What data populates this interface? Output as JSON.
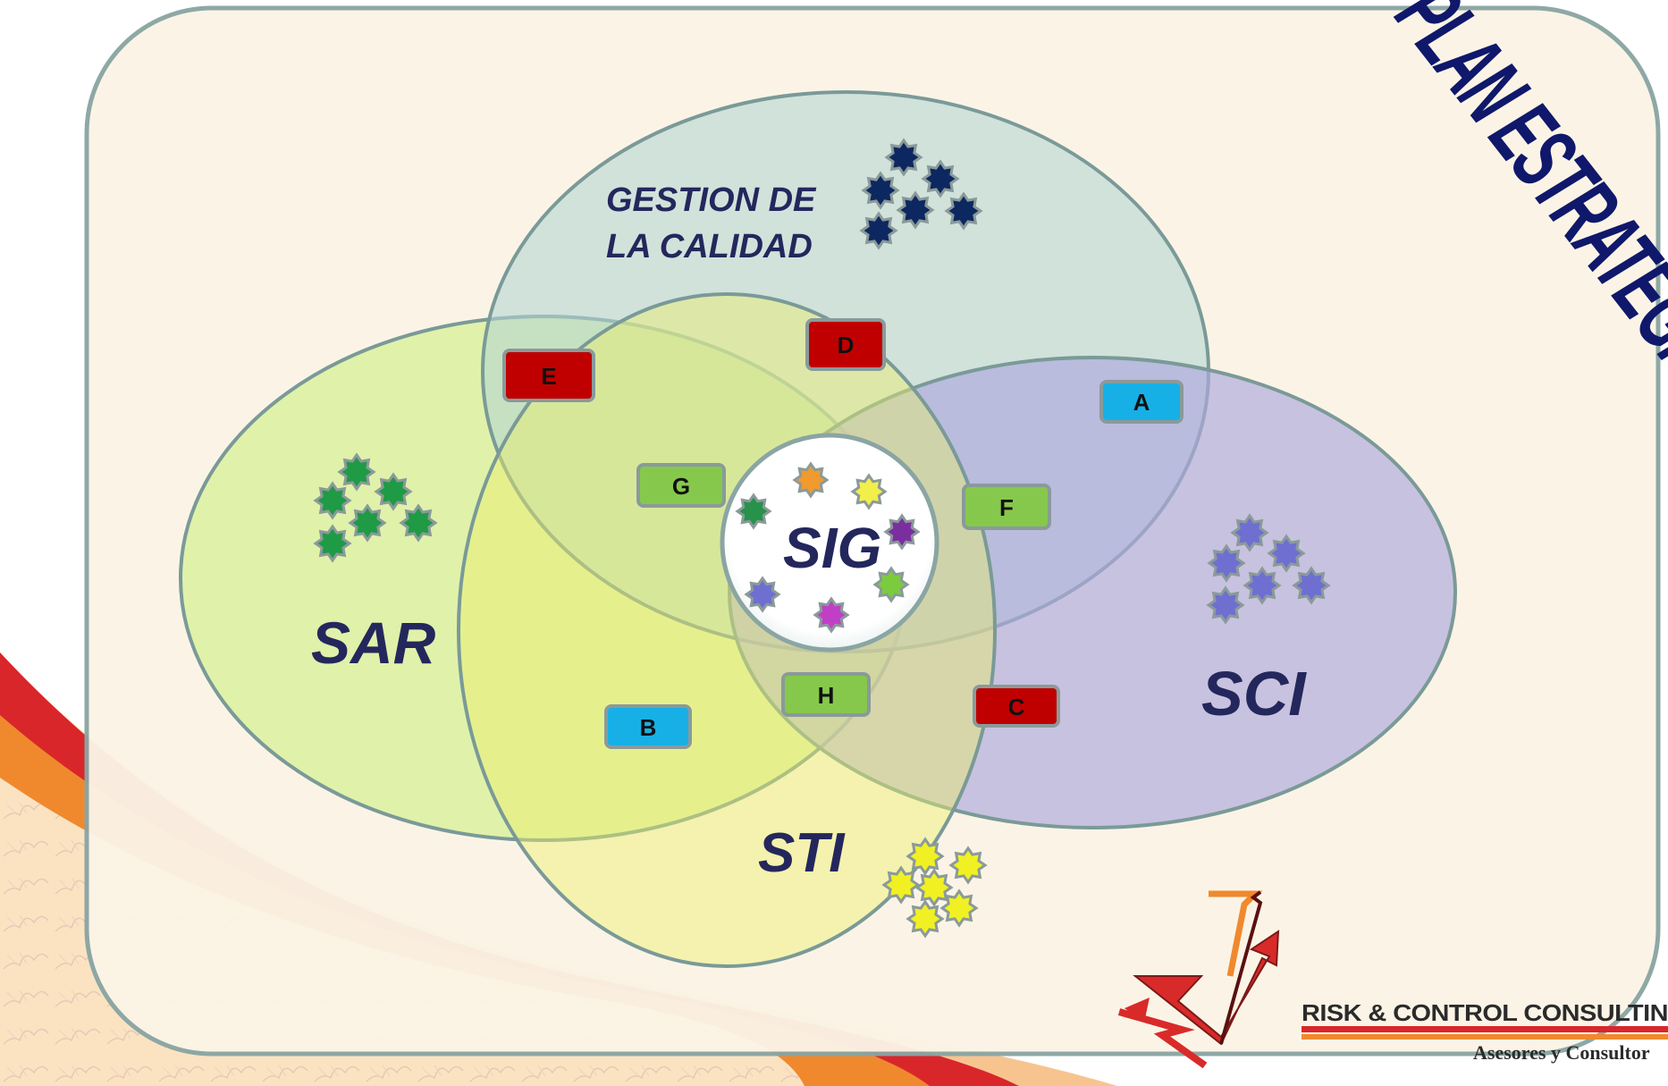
{
  "title": "PLAN ESTRATEGICO",
  "sets": {
    "gestion": {
      "label_line1": "GESTION DE",
      "label_line2": "LA CALIDAD",
      "fill": "#b4d6d2",
      "star_color": "#0d2860"
    },
    "sar": {
      "label": "SAR",
      "fill": "#d9ef99",
      "star_color": "#1f9a45"
    },
    "sti": {
      "label": "STI",
      "fill": "#eaf06a",
      "star_color": "#f1f023"
    },
    "sci": {
      "label": "SCI",
      "fill": "#aeaadb",
      "star_color": "#6f6fd1"
    },
    "sig": {
      "label": "SIG",
      "fill": "#ffffff"
    }
  },
  "sig_star_colors": [
    "#f19a2e",
    "#f2ee4a",
    "#27924a",
    "#7b2f9e",
    "#7ccb3e",
    "#6f6fd1",
    "#c13fc6"
  ],
  "tags": {
    "a": {
      "label": "A",
      "color": "#17b0e6"
    },
    "b": {
      "label": "B",
      "color": "#17b0e6"
    },
    "c": {
      "label": "C",
      "color": "#c00000"
    },
    "d": {
      "label": "D",
      "color": "#c00000"
    },
    "e": {
      "label": "E",
      "color": "#c00000"
    },
    "f": {
      "label": "F",
      "color": "#86c84c"
    },
    "g": {
      "label": "G",
      "color": "#86c84c"
    },
    "h": {
      "label": "H",
      "color": "#86c84c"
    }
  },
  "logo": {
    "name": "RISK & CONTROL CONSULTIN",
    "tagline": "Asesores y Consultor"
  },
  "colors": {
    "frame_fill": "#fbf4e6",
    "frame_stroke": "#8aa5a3",
    "wave_red": "#d9262a",
    "wave_orange": "#f0892e",
    "wave_cream": "#fbe3c2",
    "title_color": "#10186b"
  }
}
